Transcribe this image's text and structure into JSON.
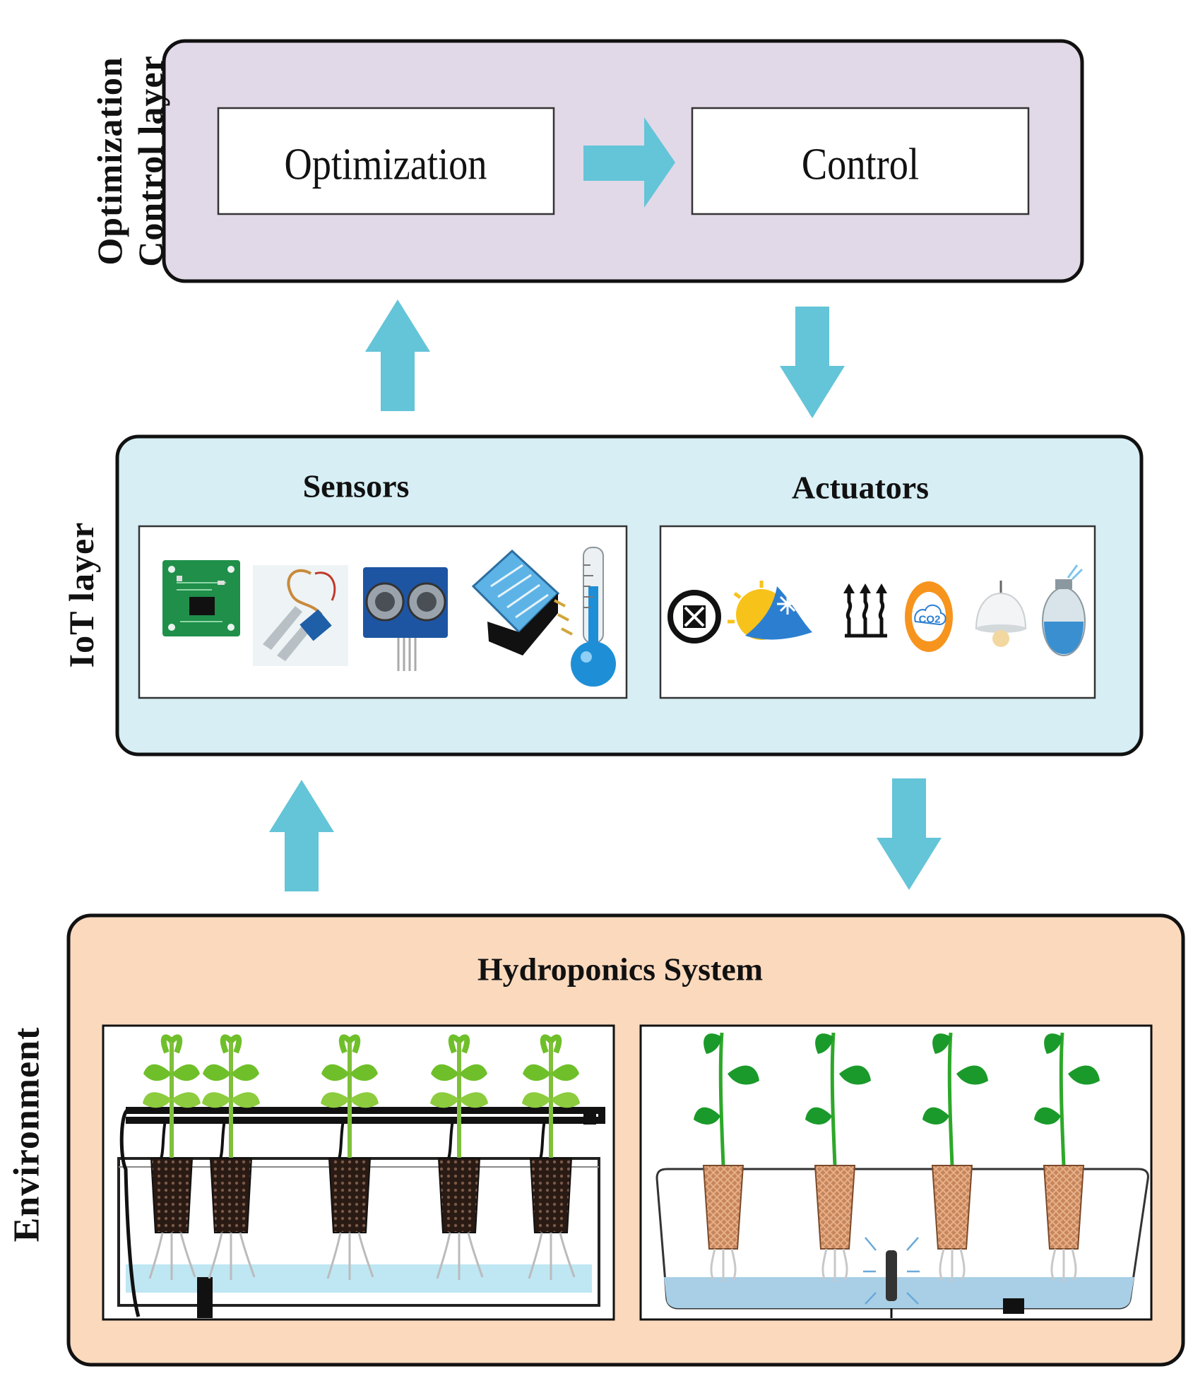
{
  "layers": {
    "optimization_control": {
      "side_label_line1": "Optimization",
      "side_label_line2": "Control layer",
      "optimization_box": "Optimization",
      "control_box": "Control",
      "fill": "#e2d9e8"
    },
    "iot": {
      "side_label": "IoT layer",
      "sensors_title": "Sensors",
      "actuators_title": "Actuators",
      "co2_label": "CO2",
      "fill": "#d6eef4"
    },
    "environment": {
      "side_label": "Environment",
      "system_title": "Hydroponics System",
      "fill": "#fbd9bd"
    }
  },
  "colors": {
    "arrow": "#64c4d8",
    "border": "#111111",
    "leaf": "#2ea82a",
    "water": "#bfe6f3"
  },
  "icons": {
    "sensors": [
      "pcb-board-sensor-icon",
      "soil-moisture-probe-icon",
      "ultrasonic-sensor-icon",
      "dht-humidity-sensor-icon",
      "thermometer-icon"
    ],
    "actuators": [
      "fan-icon",
      "heat-cool-icon",
      "heater-icon",
      "co2-emitter-icon",
      "grow-lamp-icon",
      "water-pump-icon"
    ]
  }
}
